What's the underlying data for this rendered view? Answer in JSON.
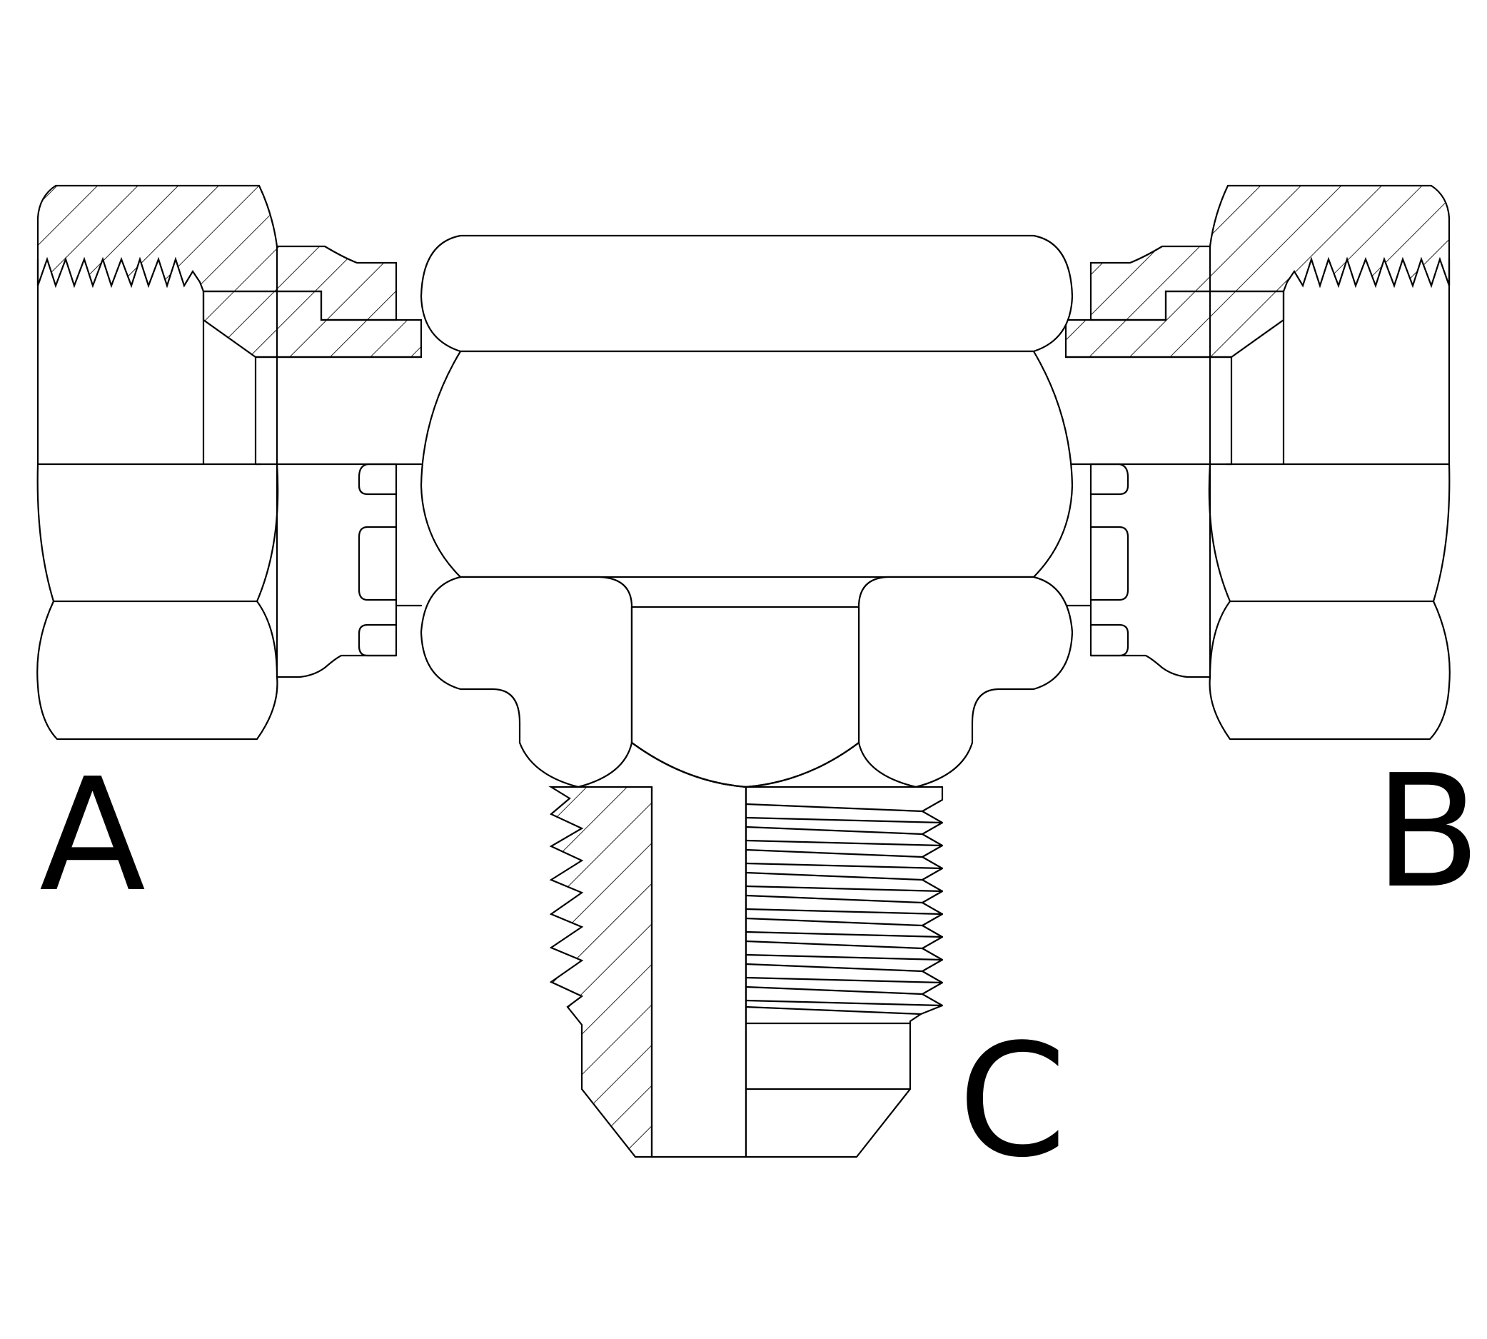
{
  "diagram": {
    "ports": [
      {
        "id": "A",
        "label": "A"
      },
      {
        "id": "B",
        "label": "B"
      },
      {
        "id": "C",
        "label": "C"
      }
    ]
  }
}
